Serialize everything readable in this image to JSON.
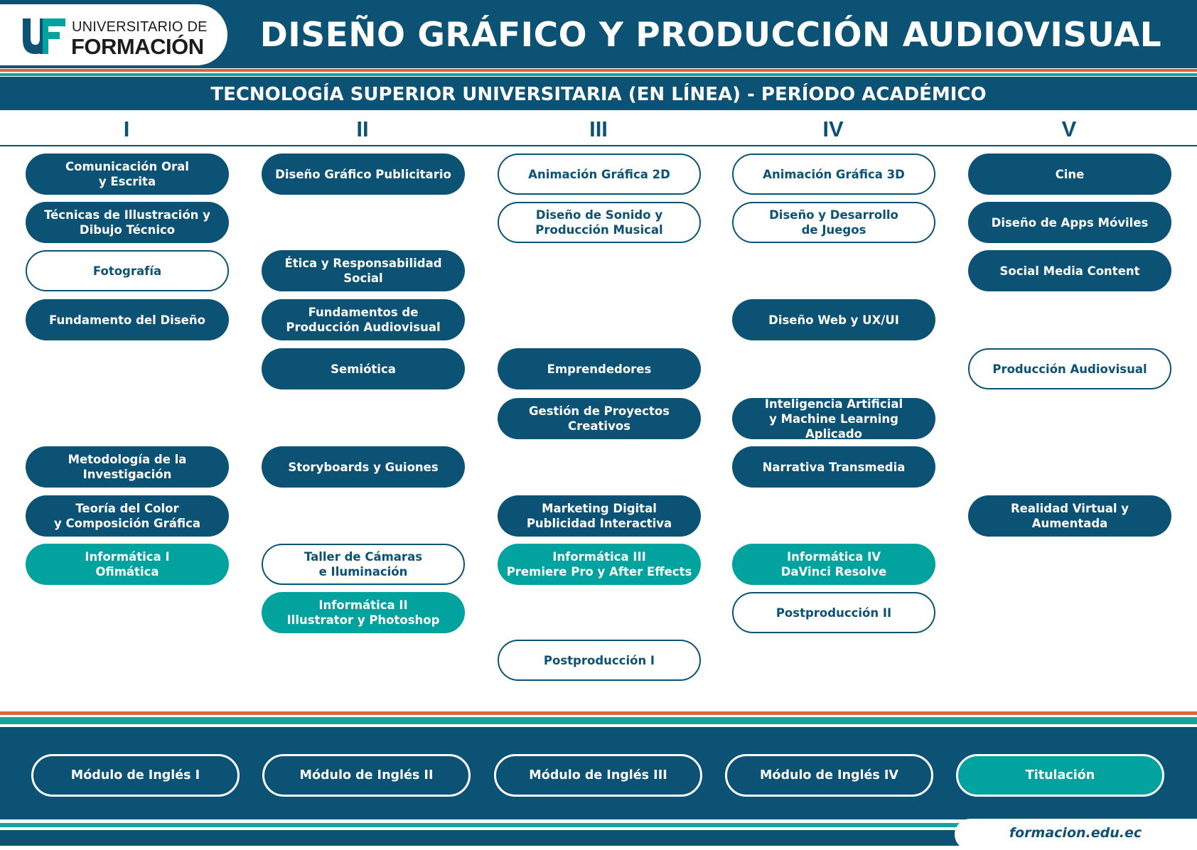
{
  "brand": {
    "line1": "UNIVERSITARIO DE",
    "line2": "FORMACIÓN",
    "logo_icon": "uf-monogram-logo",
    "colors": {
      "primary": "#0c5275",
      "accent_teal": "#02a39f",
      "accent_orange": "#d9653a"
    }
  },
  "title": "DISEÑO GRÁFICO Y PRODUCCIÓN AUDIOVISUAL",
  "subtitle": "TECNOLOGÍA SUPERIOR UNIVERSITARIA (EN LÍNEA) - PERÍODO ACADÉMICO",
  "semesters": [
    {
      "label": "I",
      "courses": [
        {
          "name": "Comunicación Oral\ny Escrita",
          "style": "dark"
        },
        {
          "name": "Técnicas de Illustración y\nDibujo Técnico",
          "style": "dark"
        },
        {
          "name": "Fotografía",
          "style": "light"
        },
        {
          "name": "Fundamento del Diseño",
          "style": "dark"
        },
        {
          "name": "Metodología de la\nInvestigación",
          "style": "dark"
        },
        {
          "name": "Teoría del Color\ny Composición Gráfica",
          "style": "dark"
        },
        {
          "name": "Informática I\nOfimática",
          "style": "teal"
        }
      ]
    },
    {
      "label": "II",
      "courses": [
        {
          "name": "Diseño Gráfico Publicitario",
          "style": "dark"
        },
        {
          "name": "Ética y Responsabilidad\nSocial",
          "style": "dark"
        },
        {
          "name": "Fundamentos de\nProducción Audiovisual",
          "style": "dark"
        },
        {
          "name": "Semiótica",
          "style": "dark"
        },
        {
          "name": "Storyboards y Guiones",
          "style": "dark"
        },
        {
          "name": "Taller de Cámaras\ne Iluminación",
          "style": "light"
        },
        {
          "name": "Informática II\nIllustrator y Photoshop",
          "style": "teal"
        }
      ]
    },
    {
      "label": "III",
      "courses": [
        {
          "name": "Animación Gráfica 2D",
          "style": "light"
        },
        {
          "name": "Diseño de Sonido y\nProducción Musical",
          "style": "light"
        },
        {
          "name": "Emprendedores",
          "style": "dark"
        },
        {
          "name": "Gestión de Proyectos\nCreativos",
          "style": "dark"
        },
        {
          "name": "Marketing Digital\nPublicidad Interactiva",
          "style": "dark"
        },
        {
          "name": "Informática III\nPremiere Pro y After Effects",
          "style": "teal"
        },
        {
          "name": "Postproducción I",
          "style": "light"
        }
      ]
    },
    {
      "label": "IV",
      "courses": [
        {
          "name": "Animación Gráfica 3D",
          "style": "light"
        },
        {
          "name": "Diseño y Desarrollo\nde Juegos",
          "style": "light"
        },
        {
          "name": "Diseño Web y UX/UI",
          "style": "dark"
        },
        {
          "name": "Inteligencia Artificial\ny Machine Learning Aplicado",
          "style": "dark"
        },
        {
          "name": "Narrativa Transmedia",
          "style": "dark"
        },
        {
          "name": "Informática IV\nDaVinci Resolve",
          "style": "teal"
        },
        {
          "name": "Postproducción II",
          "style": "light"
        }
      ]
    },
    {
      "label": "V",
      "courses": [
        {
          "name": "Cine",
          "style": "dark"
        },
        {
          "name": "Diseño de Apps Móviles",
          "style": "dark"
        },
        {
          "name": "Social Media Content",
          "style": "dark"
        },
        {
          "name": "Producción Audiovisual",
          "style": "light"
        },
        {
          "name": "Realidad Virtual y Aumentada",
          "style": "dark"
        }
      ]
    }
  ],
  "modules": [
    {
      "name": "Módulo de Inglés I",
      "style": "outline"
    },
    {
      "name": "Módulo de Inglés II",
      "style": "outline"
    },
    {
      "name": "Módulo de Inglés III",
      "style": "outline"
    },
    {
      "name": "Módulo de Inglés IV",
      "style": "outline"
    },
    {
      "name": "Titulación",
      "style": "teal"
    }
  ],
  "website": "formacion.edu.ec"
}
